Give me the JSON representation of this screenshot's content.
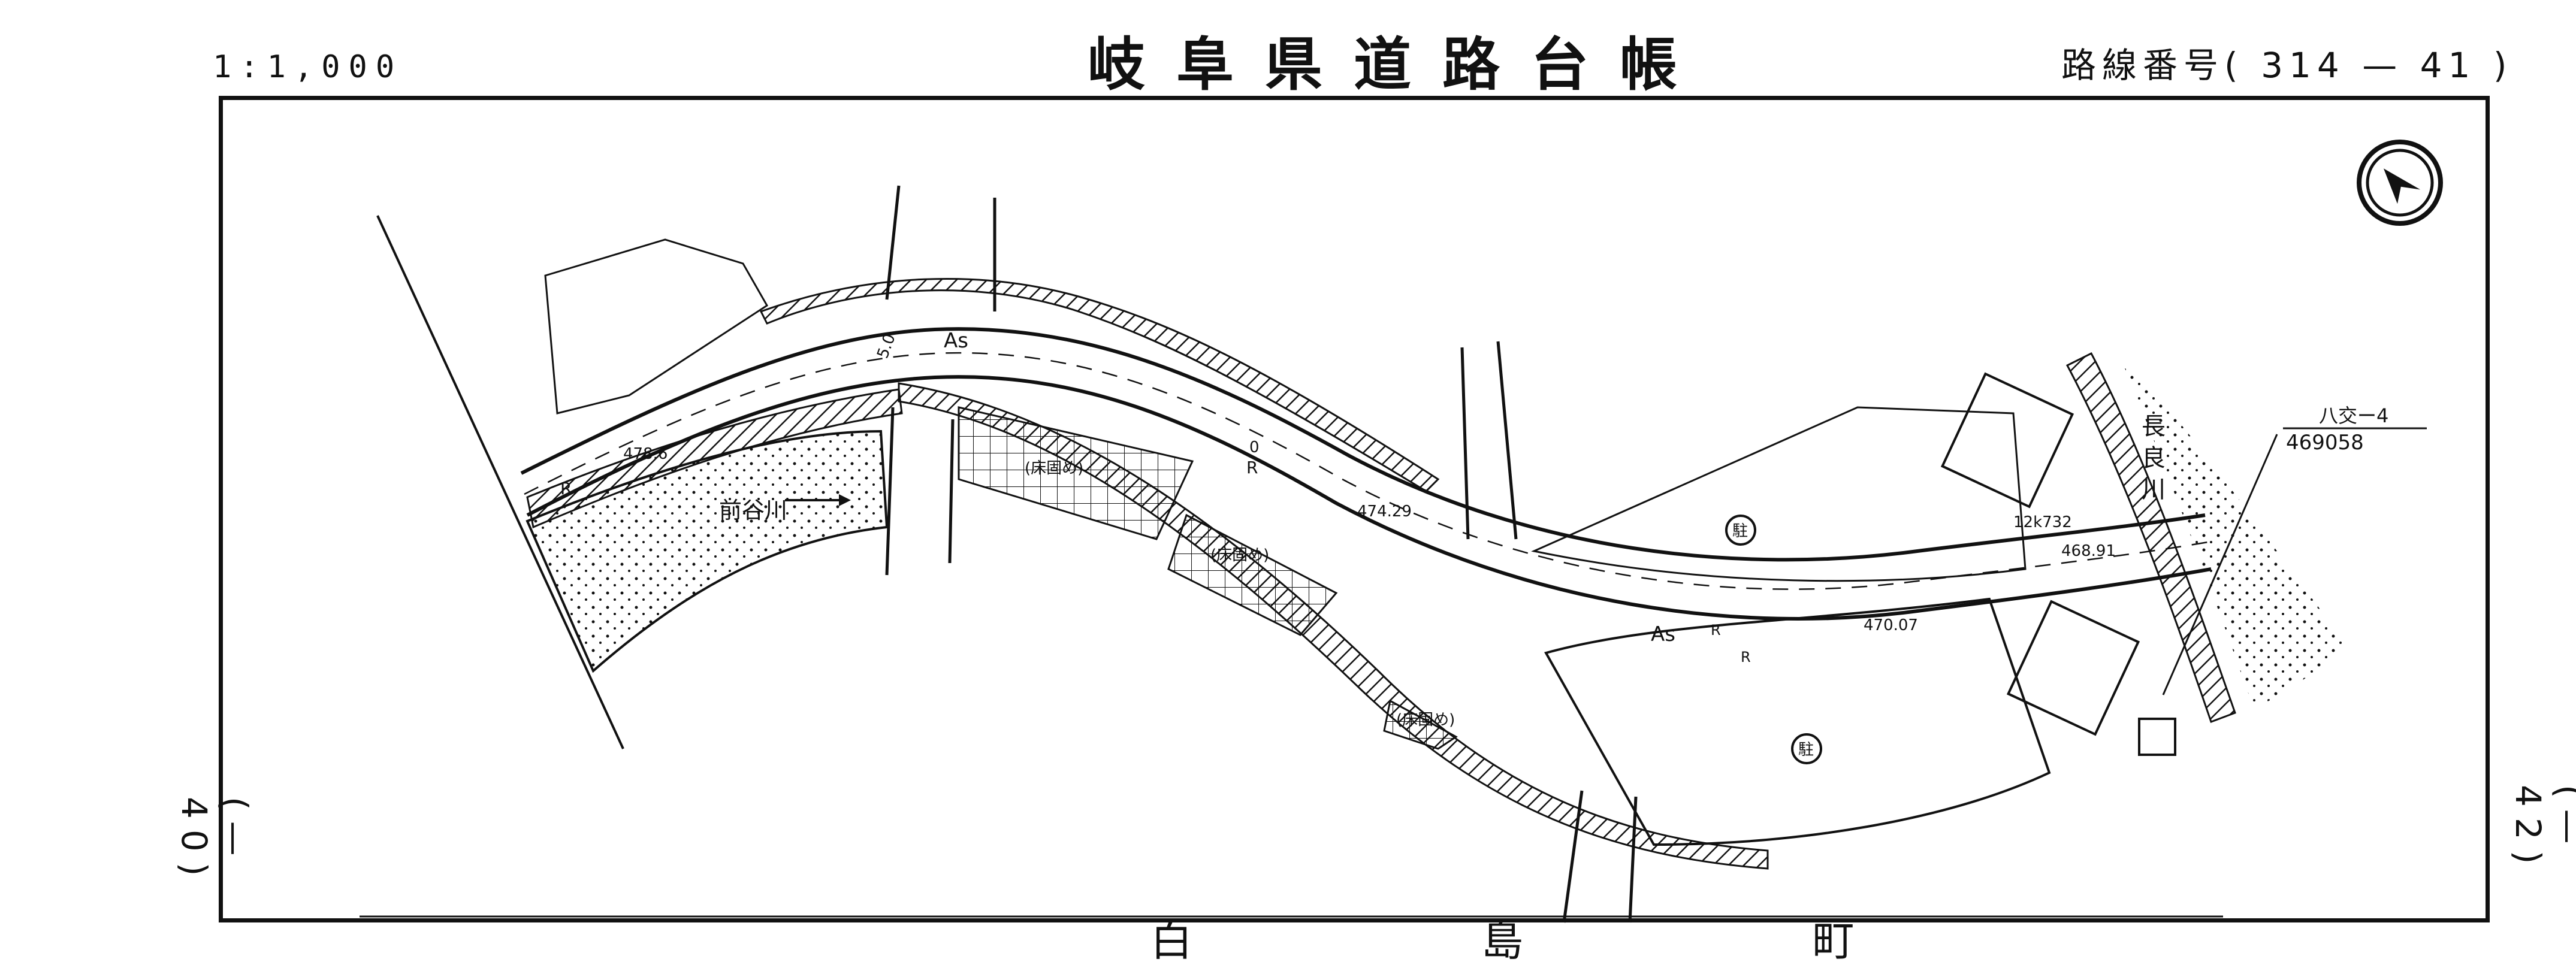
{
  "header": {
    "scale": "1:1,000",
    "title": "岐阜県道路台帳",
    "route_number": "路線番号( 314 — 41 )"
  },
  "side_labels": {
    "left": "(— 40)",
    "right": "(— 42)"
  },
  "map_labels": {
    "river_maetani": "前谷川",
    "river_nagara": "長 良 川",
    "surface_as_1": "As",
    "surface_as_2": "As",
    "elev_478": "478.6",
    "elev_474": "474.29",
    "elev_470": "470.07",
    "elev_468": "468.91",
    "km_mark": "12k732",
    "benchmark_id": "八交ー4",
    "benchmark_value": "469058",
    "stopping_1": "(床固め)",
    "stopping_2": "(床固め)",
    "stopping_3": "(床固め)",
    "parking_1": "駐",
    "parking_2": "駐",
    "r_1": "R",
    "r_2": "R",
    "r_3": "R",
    "r_4": "R",
    "width_1": "5.0",
    "width_2": "0",
    "bottom_town": "白 島 町"
  },
  "colors": {
    "line": "#111111",
    "background": "#ffffff"
  },
  "icons": {
    "compass": "north-arrow-icon"
  }
}
